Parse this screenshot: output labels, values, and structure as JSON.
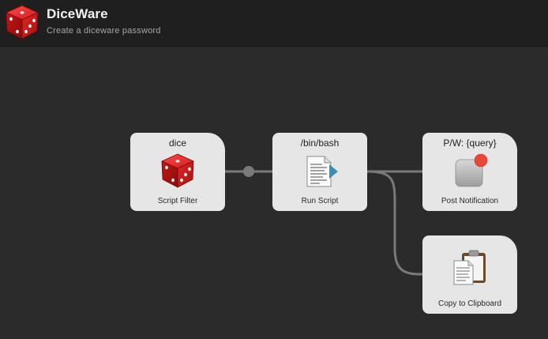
{
  "header": {
    "title": "DiceWare",
    "subtitle": "Create a diceware password",
    "icon": "red-dice-icon"
  },
  "nodes": [
    {
      "title": "dice",
      "label": "Script Filter",
      "icon": "red-dice-icon"
    },
    {
      "title": "/bin/bash",
      "label": "Run Script",
      "icon": "script-document-icon"
    },
    {
      "title": "P/W: {query}",
      "label": "Post Notification",
      "icon": "notification-icon"
    },
    {
      "title": "",
      "label": "Copy to Clipboard",
      "icon": "clipboard-icon"
    }
  ],
  "colors": {
    "background": "#2b2b2b",
    "header": "#1f1f1f",
    "node": "#e6e6e6",
    "connector": "#7a7a7a",
    "dice_red": "#c8191e",
    "notification_badge": "#e8473a",
    "run_arrow": "#3b8fb0"
  }
}
